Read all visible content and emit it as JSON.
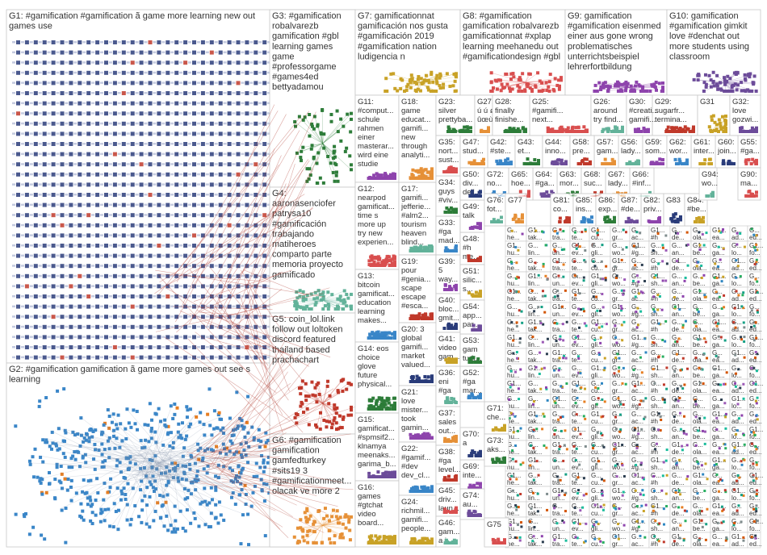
{
  "colors": {
    "background": "#ffffff",
    "box_border": "#c8c8c8",
    "label_text": "#333333",
    "edge": "#b03a2e",
    "g1": "#2a3c7a",
    "g2": "#3a86c8",
    "g3": "#2e7d3a",
    "g4": "#63b39a",
    "g5": "#c0392b",
    "g6": "#e69138",
    "g7": "#c9a227",
    "g8": "#d94f4f",
    "g9": "#8e44ad",
    "g10": "#6d4c9a",
    "misc": [
      "#8e44ad",
      "#c9a227",
      "#2e86c1",
      "#27ae60",
      "#e67e22",
      "#c0392b",
      "#16a085",
      "#7f8c8d",
      "#d35400",
      "#2c3e50",
      "#9b59b6",
      "#1abc9c"
    ]
  },
  "groups": [
    {
      "id": "G1",
      "lines": [
        "G1: #gamification #gamification ã game more learning new out",
        "games use"
      ],
      "nodes": "grid",
      "color_key": "g1"
    },
    {
      "id": "G2",
      "lines": [
        "G2: #gamification gamification ã game more games out see s",
        "learning"
      ],
      "nodes": "ellipse",
      "color_key": "g2"
    },
    {
      "id": "G3",
      "lines": [
        "G3: #gamification",
        "robalvarezb",
        "gamification #gbl",
        "learning games",
        "game",
        "#professorgame",
        "#games4ed",
        "bettyadamou"
      ],
      "nodes": "cluster",
      "color_key": "g3"
    },
    {
      "id": "G4",
      "lines": [
        "G4:",
        "aaronasenciofer",
        "patrysa10",
        "#gamificación",
        "trabajando",
        "matiheroes",
        "comparto parte",
        "memoria proyecto",
        "gamificado"
      ],
      "nodes": "cluster",
      "color_key": "g4"
    },
    {
      "id": "G5",
      "lines": [
        "G5: coin_lol.link",
        "follow out loltoken",
        "discord featured",
        "thailand based",
        "prachachart"
      ],
      "nodes": "cluster",
      "color_key": "g5"
    },
    {
      "id": "G6",
      "lines": [
        "G6: #gamification",
        "gamification",
        "gamfedturkey",
        "#sits19 3",
        "#gamificationmeet...",
        "olacak ve more 2"
      ],
      "nodes": "cluster",
      "color_key": "g6"
    },
    {
      "id": "G7",
      "lines": [
        "G7: gamificationnat",
        "gamificación nos gusta",
        "#gamificación 2019",
        "#gamification nation",
        "ludigencia n"
      ],
      "nodes": "cluster",
      "color_key": "g7"
    },
    {
      "id": "G8",
      "lines": [
        "G8: #gamification",
        "gamification robalvarezb",
        "gamificationnat #xplap",
        "learning meehanedu out",
        "#gamificationdesign #gbl"
      ],
      "nodes": "cluster",
      "color_key": "g8"
    },
    {
      "id": "G9",
      "lines": [
        "G9: gamification",
        "#gamification eisenmed",
        "einer aus gone wrong",
        "problematisches",
        "unterrichtsbeispiel",
        "lehrerfortbildung"
      ],
      "nodes": "cluster",
      "color_key": "g9"
    },
    {
      "id": "G10",
      "lines": [
        "G10: gamification",
        "#gamification gimkit",
        "love #denchat out",
        "more students using",
        "classroom"
      ],
      "nodes": "cluster",
      "color_key": "g10"
    },
    {
      "id": "G11",
      "lines": [
        "G11:",
        "#comput...",
        "schule",
        "rahmen",
        "einer",
        "masterar...",
        "wird eine",
        "studie"
      ],
      "nodes": "cluster",
      "color_key": "g9"
    },
    {
      "id": "G12",
      "lines": [
        "G12:",
        "nearpod",
        "gamificat...",
        "time s",
        "more up",
        "try new",
        "experien..."
      ],
      "nodes": "cluster",
      "color_key": "g8"
    },
    {
      "id": "G13",
      "lines": [
        "G13:",
        "bitcoin",
        "gamificat...",
        "education",
        "learning",
        "makes..."
      ],
      "nodes": "cluster",
      "color_key": "g2"
    },
    {
      "id": "G14",
      "lines": [
        "G14: eos",
        "choice",
        "glove",
        "future",
        "physical..."
      ],
      "nodes": "cluster",
      "color_key": "g3"
    },
    {
      "id": "G15",
      "lines": [
        "G15:",
        "gamificat...",
        "#spmsif2...",
        "klnamya",
        "meenaks...",
        "garima_b..."
      ],
      "nodes": "cluster",
      "color_key": "g10"
    },
    {
      "id": "G16",
      "lines": [
        "G16:",
        "games",
        "#gtchat",
        "video",
        "board..."
      ],
      "nodes": "cluster",
      "color_key": "g7"
    },
    {
      "id": "G17",
      "lines": [
        "G17:",
        "gamifi...",
        "jefferie...",
        "#alm2...",
        "tourism",
        "heaven",
        "blind..."
      ],
      "nodes": "cluster",
      "color_key": "g4"
    },
    {
      "id": "G18",
      "lines": [
        "G18:",
        "game",
        "educat...",
        "gamifi...",
        "new",
        "through",
        "analyti..."
      ],
      "nodes": "cluster",
      "color_key": "g6"
    },
    {
      "id": "G19",
      "lines": [
        "G19:",
        "pour",
        "#genia...",
        "scape",
        "escape",
        "#esca..."
      ],
      "nodes": "cluster",
      "color_key": "g5"
    },
    {
      "id": "G20",
      "lines": [
        "G20: 3",
        "global",
        "gamifi...",
        "market",
        "valued..."
      ],
      "nodes": "cluster",
      "color_key": "g1"
    },
    {
      "id": "G21",
      "lines": [
        "G21:",
        "love",
        "mister...",
        "took",
        "gamin..."
      ],
      "nodes": "cluster",
      "color_key": "g9"
    },
    {
      "id": "G22",
      "lines": [
        "G22:",
        "#gamif...",
        "#dev",
        "dev_cl..."
      ],
      "nodes": "cluster",
      "color_key": "g2"
    },
    {
      "id": "G23",
      "lines": [
        "G23:",
        "silver",
        "prettyba..."
      ],
      "nodes": "cluster",
      "color_key": "g3"
    },
    {
      "id": "G24",
      "lines": [
        "G24:",
        "richmil...",
        "gamifi...",
        "people..."
      ],
      "nodes": "cluster",
      "color_key": "g7"
    },
    {
      "id": "G25",
      "lines": [
        "G25:",
        "#gamifi...",
        "next..."
      ],
      "nodes": "cluster",
      "color_key": "g8"
    },
    {
      "id": "G26",
      "lines": [
        "G26:",
        "around",
        "try find..."
      ],
      "nodes": "cluster",
      "color_key": "g4"
    },
    {
      "id": "G27",
      "lines": [
        "G27: ø ù",
        "ú ú ø",
        "ûœù..."
      ],
      "nodes": "cluster",
      "color_key": "g6"
    },
    {
      "id": "G28",
      "lines": [
        "G28:",
        "finally",
        "finishe..."
      ],
      "nodes": "cluster",
      "color_key": "g3"
    },
    {
      "id": "G29",
      "lines": [
        "G29:",
        "sugarfr...",
        "termina..."
      ],
      "nodes": "cluster",
      "color_key": "g5"
    },
    {
      "id": "G30",
      "lines": [
        "G30:",
        "#creati...",
        "gamifi..."
      ],
      "nodes": "cluster",
      "color_key": "g9"
    },
    {
      "id": "G31",
      "lines": [
        "G31"
      ],
      "nodes": "cluster",
      "color_key": "g7"
    },
    {
      "id": "G32",
      "lines": [
        "G32:",
        "love",
        "gozwi..."
      ],
      "nodes": "cluster",
      "color_key": "g10"
    },
    {
      "id": "G33",
      "lines": [
        "G33:",
        "#ga",
        "mad..."
      ],
      "nodes": "cluster",
      "color_key": "g2"
    },
    {
      "id": "G34",
      "lines": [
        "G34:",
        "guys",
        "#viv..."
      ],
      "nodes": "cluster",
      "color_key": "g3"
    },
    {
      "id": "G35",
      "lines": [
        "G35:",
        "nort...",
        "sust..."
      ],
      "nodes": "cluster",
      "color_key": "g8"
    },
    {
      "id": "G36",
      "lines": [
        "G36:",
        "eni",
        "#ga"
      ],
      "nodes": "cluster",
      "color_key": "g4"
    },
    {
      "id": "G37",
      "lines": [
        "G37:",
        "sales",
        "out..."
      ],
      "nodes": "cluster",
      "color_key": "g6"
    },
    {
      "id": "G38",
      "lines": [
        "G38:",
        "#ga",
        "level..."
      ],
      "nodes": "cluster",
      "color_key": "g5"
    },
    {
      "id": "G39",
      "lines": [
        "G39:",
        "5",
        "way..."
      ],
      "nodes": "cluster",
      "color_key": "g9"
    },
    {
      "id": "G40",
      "lines": [
        "G40:",
        "bloc...",
        "gmit..."
      ],
      "nodes": "cluster",
      "color_key": "g1"
    },
    {
      "id": "G41",
      "lines": [
        "G41:",
        "video",
        "gam..."
      ],
      "nodes": "cluster",
      "color_key": "g7"
    },
    {
      "id": "G42",
      "lines": [
        "G42:",
        "#ste..."
      ],
      "nodes": "cluster",
      "color_key": "g2"
    },
    {
      "id": "G43",
      "lines": [
        "G43:",
        "et..."
      ],
      "nodes": "cluster",
      "color_key": "g3"
    },
    {
      "id": "G44",
      "lines": [
        "G44:",
        "inno..."
      ],
      "nodes": "cluster",
      "color_key": "g10"
    },
    {
      "id": "G45",
      "lines": [
        "G45:",
        "driv...",
        "laun..."
      ],
      "nodes": "cluster",
      "color_key": "g8"
    },
    {
      "id": "G46",
      "lines": [
        "G46:",
        "gam...",
        "a i..."
      ],
      "nodes": "cluster",
      "color_key": "g4"
    },
    {
      "id": "G47",
      "lines": [
        "G47:",
        "stud..."
      ],
      "nodes": "cluster",
      "color_key": "g6"
    },
    {
      "id": "G48",
      "lines": [
        "G48:",
        "#h",
        "me..."
      ],
      "nodes": "cluster",
      "color_key": "g5"
    },
    {
      "id": "G49",
      "lines": [
        "G49:",
        "talk"
      ],
      "nodes": "cluster",
      "color_key": "g9"
    },
    {
      "id": "G50",
      "lines": [
        "G50:",
        "div...",
        "dell..."
      ],
      "nodes": "cluster",
      "color_key": "g1"
    },
    {
      "id": "G51",
      "lines": [
        "G51:",
        "silic...",
        "s..."
      ],
      "nodes": "cluster",
      "color_key": "g7"
    },
    {
      "id": "G52",
      "lines": [
        "G52:",
        "#ga",
        "mar..."
      ],
      "nodes": "cluster",
      "color_key": "g2"
    },
    {
      "id": "G53",
      "lines": [
        "G53:",
        "gam",
        "turk..."
      ],
      "nodes": "cluster",
      "color_key": "g3"
    },
    {
      "id": "G54",
      "lines": [
        "G54:",
        "app...",
        "par..."
      ],
      "nodes": "cluster",
      "color_key": "g10"
    },
    {
      "id": "G55",
      "lines": [
        "G55:",
        "#ga..."
      ],
      "nodes": "cluster",
      "color_key": "g8"
    },
    {
      "id": "G56",
      "lines": [
        "G56:",
        "lady..."
      ],
      "nodes": "cluster",
      "color_key": "g4"
    },
    {
      "id": "G57",
      "lines": [
        "G57:",
        "gam..."
      ],
      "nodes": "cluster",
      "color_key": "g6"
    },
    {
      "id": "G58",
      "lines": [
        "G58:",
        "pre..."
      ],
      "nodes": "cluster",
      "color_key": "g5"
    },
    {
      "id": "G59",
      "lines": [
        "G59:",
        "som..."
      ],
      "nodes": "cluster",
      "color_key": "g9"
    },
    {
      "id": "G60",
      "lines": [
        "G60:",
        "join..."
      ],
      "nodes": "cluster",
      "color_key": "g1"
    },
    {
      "id": "G61",
      "lines": [
        "G61:",
        "inter..."
      ],
      "nodes": "cluster",
      "color_key": "g7"
    },
    {
      "id": "G62",
      "lines": [
        "G62:",
        "wor..."
      ],
      "nodes": "cluster",
      "color_key": "g2"
    },
    {
      "id": "G63",
      "lines": [
        "G63:",
        "mor..."
      ],
      "nodes": "cluster",
      "color_key": "g3"
    },
    {
      "id": "G64",
      "lines": [
        "G64:",
        "#ga..."
      ],
      "nodes": "cluster",
      "color_key": "g10"
    },
    {
      "id": "G65",
      "lines": [
        "G65:",
        "hoe..."
      ],
      "nodes": "cluster",
      "color_key": "g8"
    },
    {
      "id": "G66",
      "lines": [
        "G66:",
        "#inf..."
      ],
      "nodes": "cluster",
      "color_key": "g4"
    },
    {
      "id": "G67",
      "lines": [
        "G67:",
        "lady..."
      ],
      "nodes": "cluster",
      "color_key": "g6"
    },
    {
      "id": "G68",
      "lines": [
        "G68:",
        "suc..."
      ],
      "nodes": "cluster",
      "color_key": "g5"
    },
    {
      "id": "G69",
      "lines": [
        "G69:",
        "inte..."
      ],
      "nodes": "cluster",
      "color_key": "g9"
    },
    {
      "id": "G70",
      "lines": [
        "G70:",
        "a"
      ],
      "nodes": "cluster",
      "color_key": "g1"
    },
    {
      "id": "G71",
      "lines": [
        "G71:",
        "che..."
      ],
      "nodes": "cluster",
      "color_key": "g7"
    },
    {
      "id": "G72",
      "lines": [
        "G72:",
        "no..."
      ],
      "nodes": "cluster",
      "color_key": "g2"
    },
    {
      "id": "G73",
      "lines": [
        "G73:",
        "aks..."
      ],
      "nodes": "cluster",
      "color_key": "g3"
    },
    {
      "id": "G74",
      "lines": [
        "G74:",
        "au..."
      ],
      "nodes": "cluster",
      "color_key": "g10"
    },
    {
      "id": "G75",
      "lines": [
        "G75"
      ],
      "nodes": "cluster",
      "color_key": "g8"
    },
    {
      "id": "G76",
      "lines": [
        "G76:",
        "fot..."
      ],
      "nodes": "cluster",
      "color_key": "g4"
    },
    {
      "id": "G77",
      "lines": [
        "G77"
      ],
      "nodes": "cluster",
      "color_key": "g6"
    },
    {
      "id": "G81",
      "lines": [
        "G81:",
        "co..."
      ],
      "nodes": "cluster",
      "color_key": "g5"
    },
    {
      "id": "G82",
      "lines": [
        "G82:",
        "priv..."
      ],
      "nodes": "cluster",
      "color_key": "g9"
    },
    {
      "id": "G83",
      "lines": [
        "G83"
      ],
      "nodes": "cluster",
      "color_key": "g1"
    },
    {
      "id": "G84",
      "lines": [
        "G84:",
        "#be..."
      ],
      "nodes": "cluster",
      "color_key": "g7"
    },
    {
      "id": "G85",
      "lines": [
        "G85:",
        "ins..."
      ],
      "nodes": "cluster",
      "color_key": "g2"
    },
    {
      "id": "G86",
      "lines": [
        "G86:",
        "exp..."
      ],
      "nodes": "cluster",
      "color_key": "g3"
    },
    {
      "id": "G87",
      "lines": [
        "G87:",
        "#de..."
      ],
      "nodes": "cluster",
      "color_key": "g10"
    },
    {
      "id": "G90",
      "lines": [
        "G90:",
        "ma..."
      ],
      "nodes": "cluster",
      "color_key": "g8"
    },
    {
      "id": "G94",
      "lines": [
        "G94:",
        "wo..."
      ],
      "nodes": "cluster",
      "color_key": "g4"
    }
  ],
  "small_cells": {
    "labels": [
      "G...",
      "G1...",
      "G..."
    ],
    "texts": [
      "he...",
      "tak...",
      "tra...",
      "te...",
      "cu...",
      "gr...",
      "ac...",
      "#h",
      "de...",
      "ola...",
      "ea...",
      "ad...",
      "ed...",
      "hu...",
      "lin...",
      "un...",
      "ev...",
      "gli...",
      "wo...",
      "#g...",
      "sh...",
      "an...",
      "be...",
      "ga...",
      "lo...",
      "fo..."
    ]
  }
}
